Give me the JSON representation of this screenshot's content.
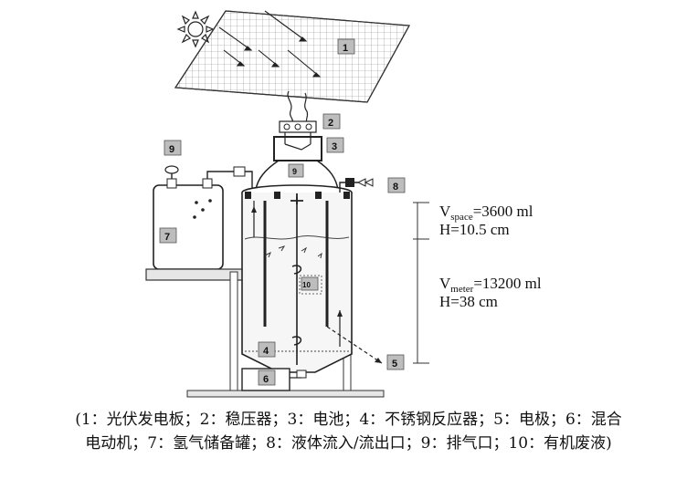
{
  "labels": {
    "n1": "1",
    "n2": "2",
    "n3": "3",
    "n4": "4",
    "n5": "5",
    "n6": "6",
    "n7": "7",
    "n8": "8",
    "n9a": "9",
    "n9b": "9",
    "n10": "10"
  },
  "annotations": {
    "vspace_v": "V",
    "vspace_sub": "space",
    "vspace_val": "=3600 ml",
    "vspace_h": "H=10.5 cm",
    "vmeter_v": "V",
    "vmeter_sub": "meter",
    "vmeter_val": "=13200 ml",
    "vmeter_h": "H=38 cm"
  },
  "caption": {
    "line1": "(1：光伏发电板；2：稳压器；3：电池；4：不锈钢反应器；5：电极；6：混合",
    "line2": "电动机；7：氢气储备罐；8：液体流入/流出口；9：排气口；10：有机废液)"
  },
  "icons": [
    "sun-icon",
    "solar-panel-icon",
    "valve-icon"
  ]
}
